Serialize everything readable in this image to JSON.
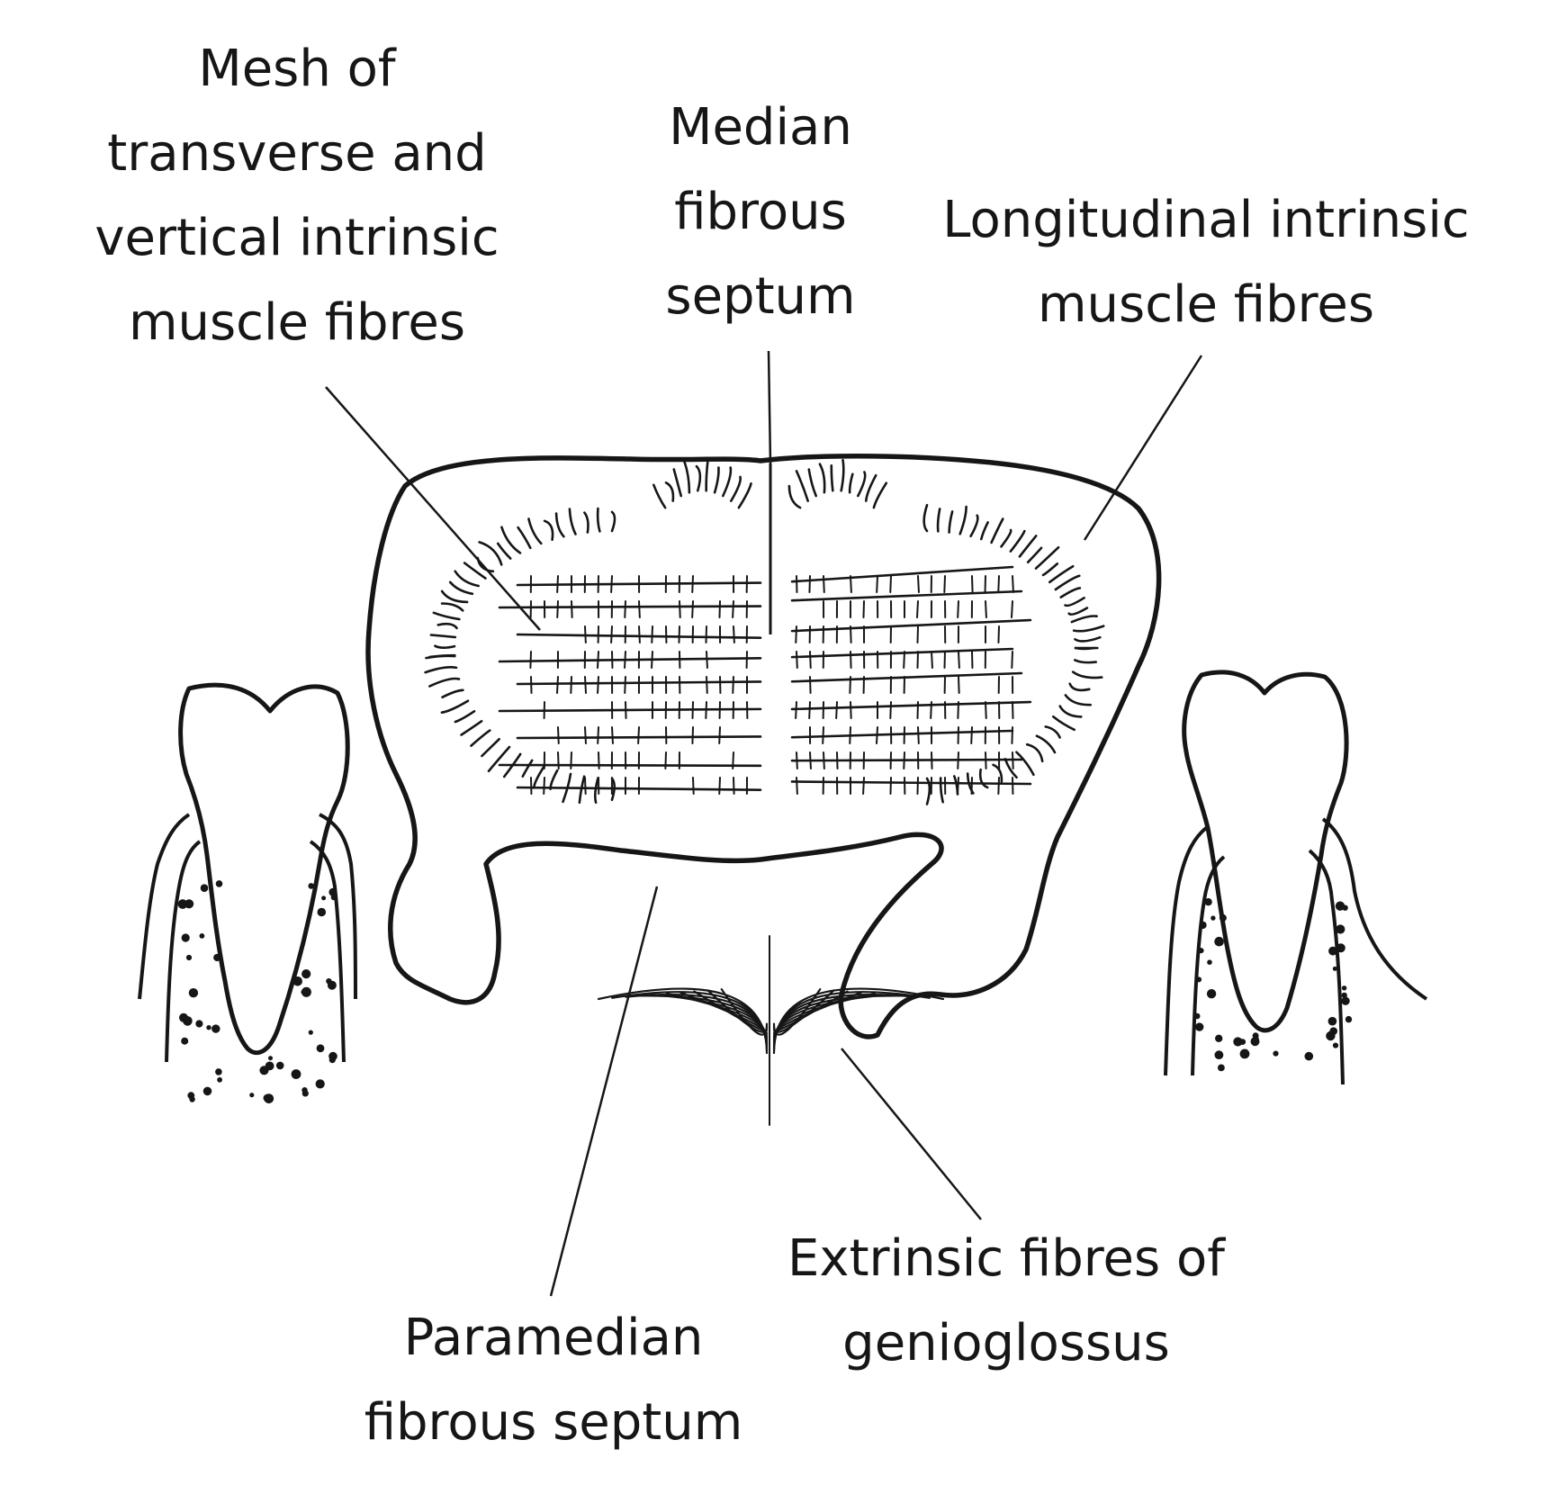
{
  "diagram": {
    "ink_color": "#161616",
    "labels": {
      "mesh": [
        "Mesh of",
        "transverse and",
        "vertical intrinsic",
        "muscle fibres"
      ],
      "median": [
        "Median",
        "fibrous",
        "septum"
      ],
      "longitudinal": [
        "Longitudinal intrinsic",
        "muscle fibres"
      ],
      "paramedian": [
        "Paramedian",
        "fibrous septum"
      ],
      "extrinsic": [
        "Extrinsic fibres of",
        "genioglossus"
      ]
    }
  }
}
